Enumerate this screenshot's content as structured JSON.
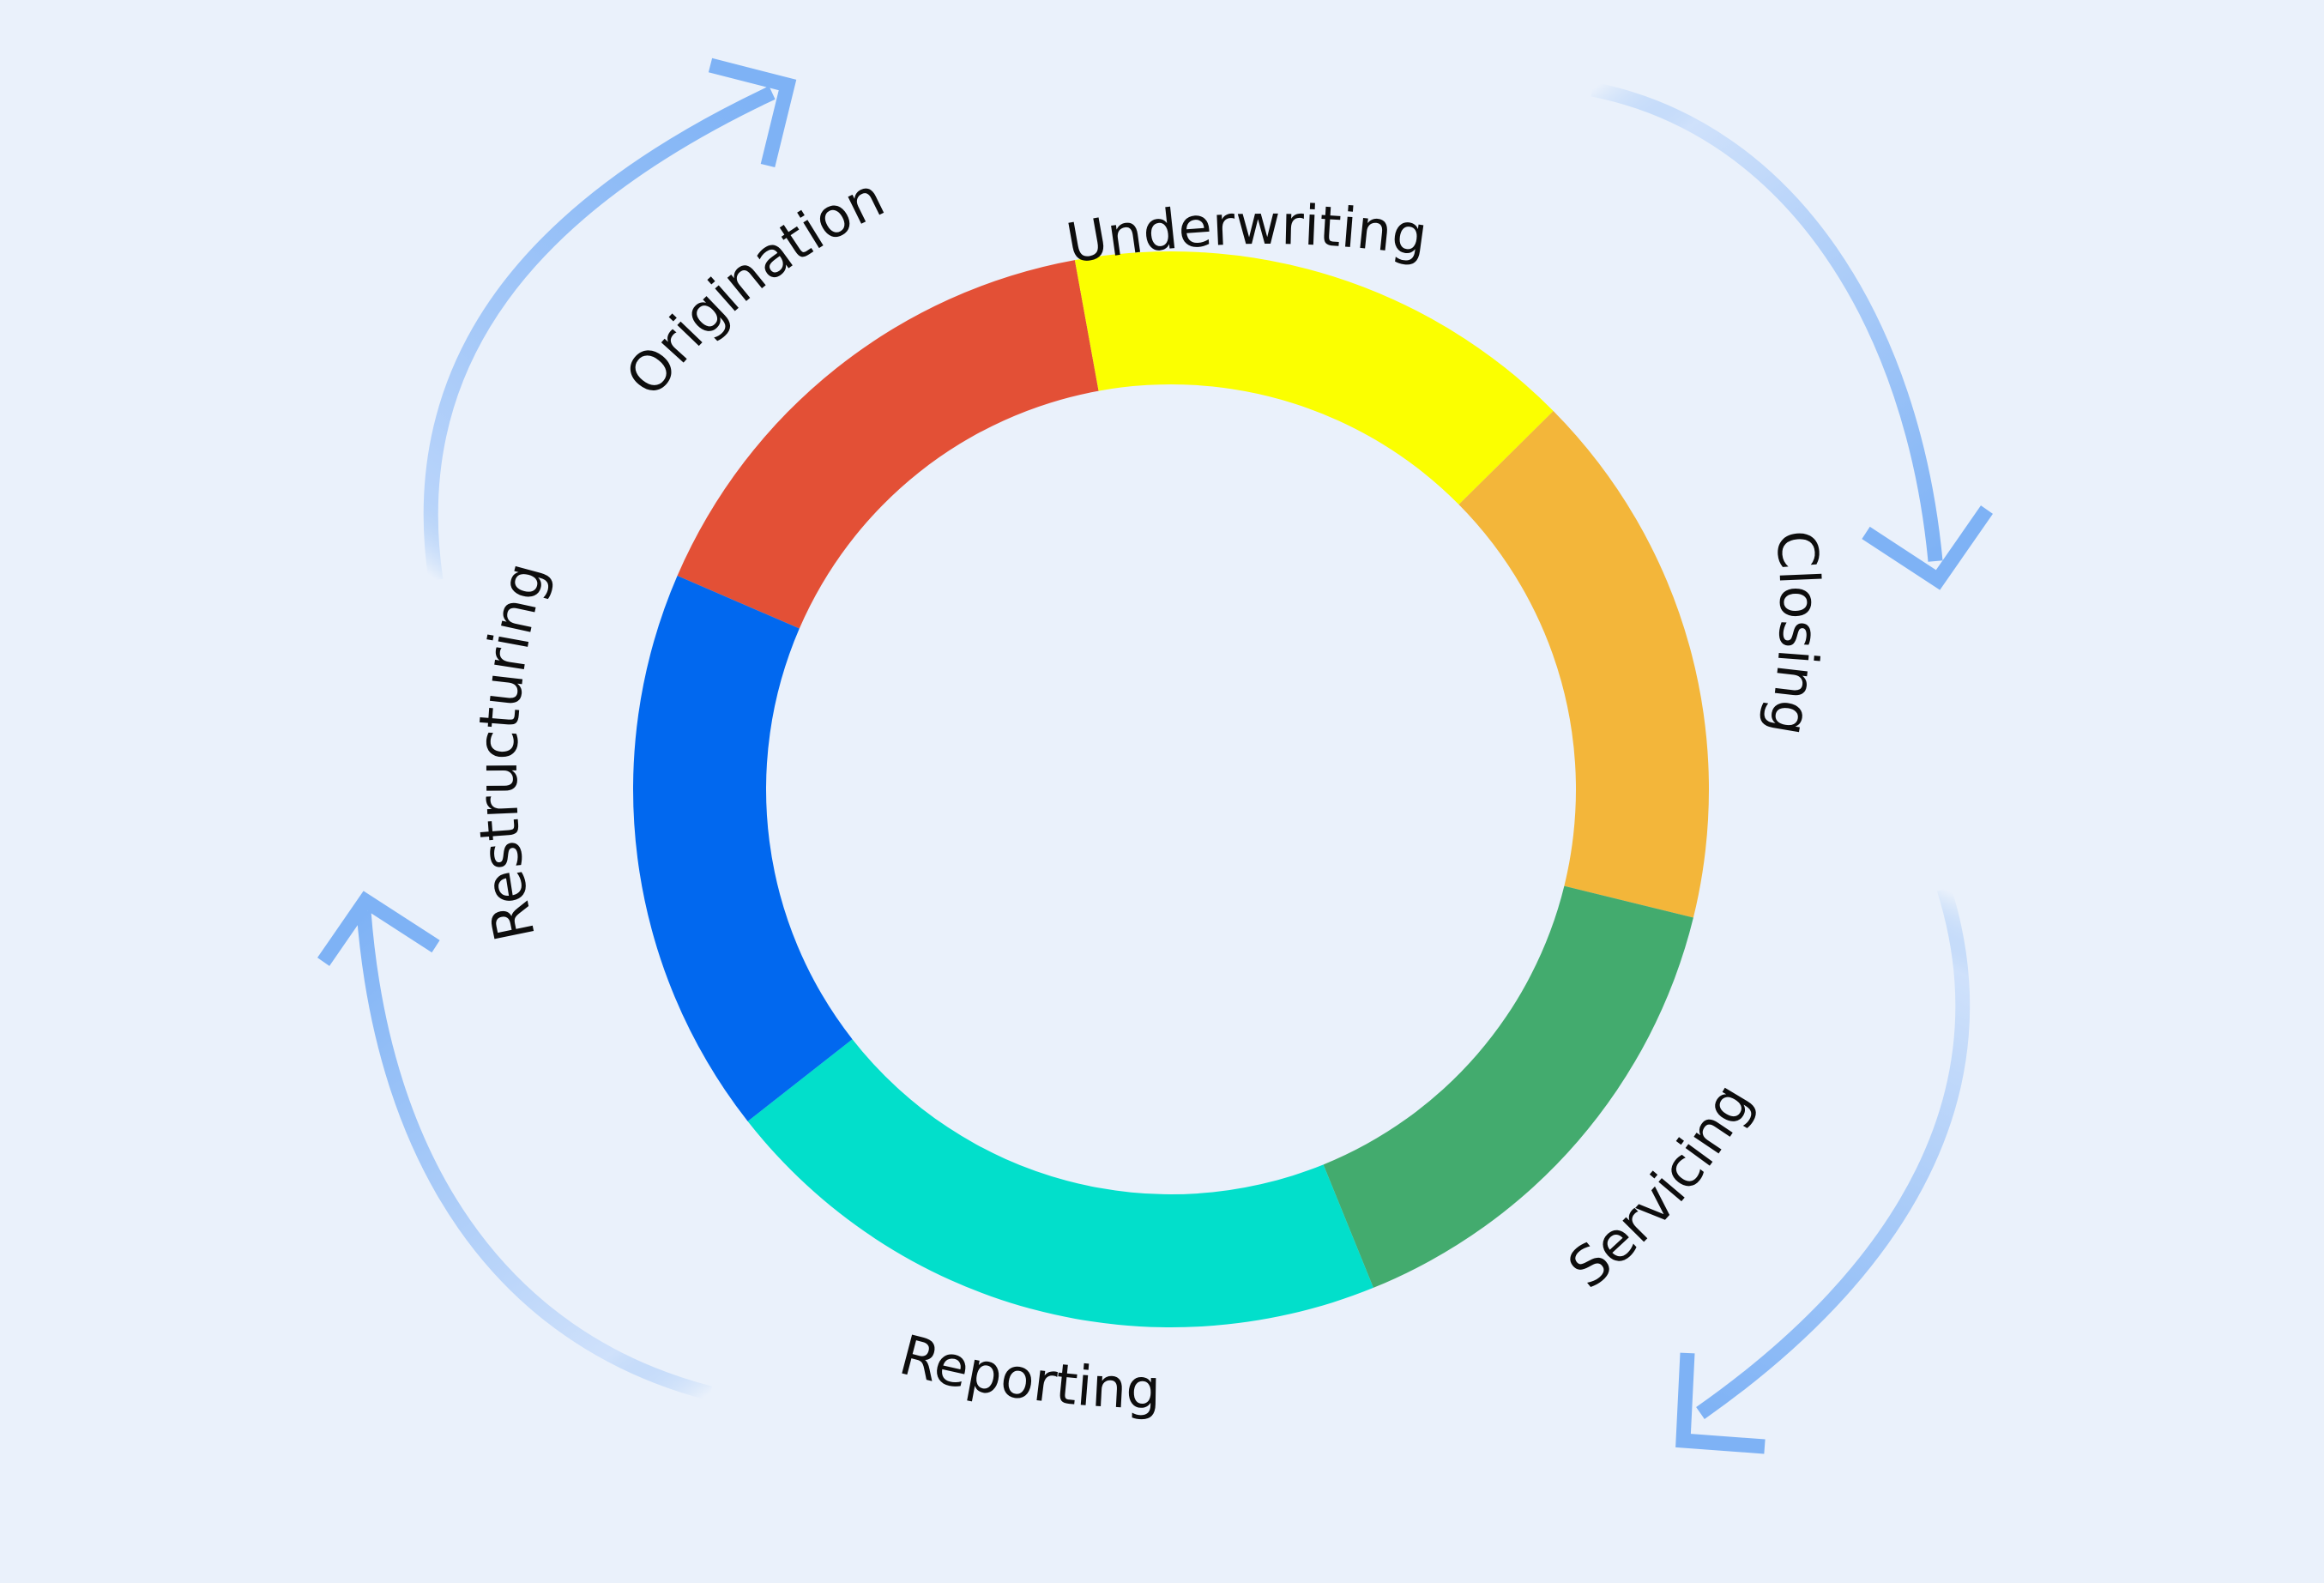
{
  "diagram": {
    "background": "#eaf1fb",
    "arrow_color": "#7eb2f5",
    "stages": [
      {
        "label": "Origination",
        "color": "#e35036"
      },
      {
        "label": "Underwriting",
        "color": "#fbff00"
      },
      {
        "label": "Closing",
        "color": "#f3b63a"
      },
      {
        "label": "Servicing",
        "color": "#43ab6e"
      },
      {
        "label": "Reporting",
        "color": "#02dfcb"
      },
      {
        "label": "Restructuring",
        "color": "#0168ef"
      }
    ],
    "arrows": [
      {
        "name": "cycle-arrow-top-left",
        "direction": "clockwise"
      },
      {
        "name": "cycle-arrow-top-right",
        "direction": "clockwise"
      },
      {
        "name": "cycle-arrow-bottom-right",
        "direction": "clockwise"
      },
      {
        "name": "cycle-arrow-bottom-left",
        "direction": "clockwise"
      }
    ]
  }
}
